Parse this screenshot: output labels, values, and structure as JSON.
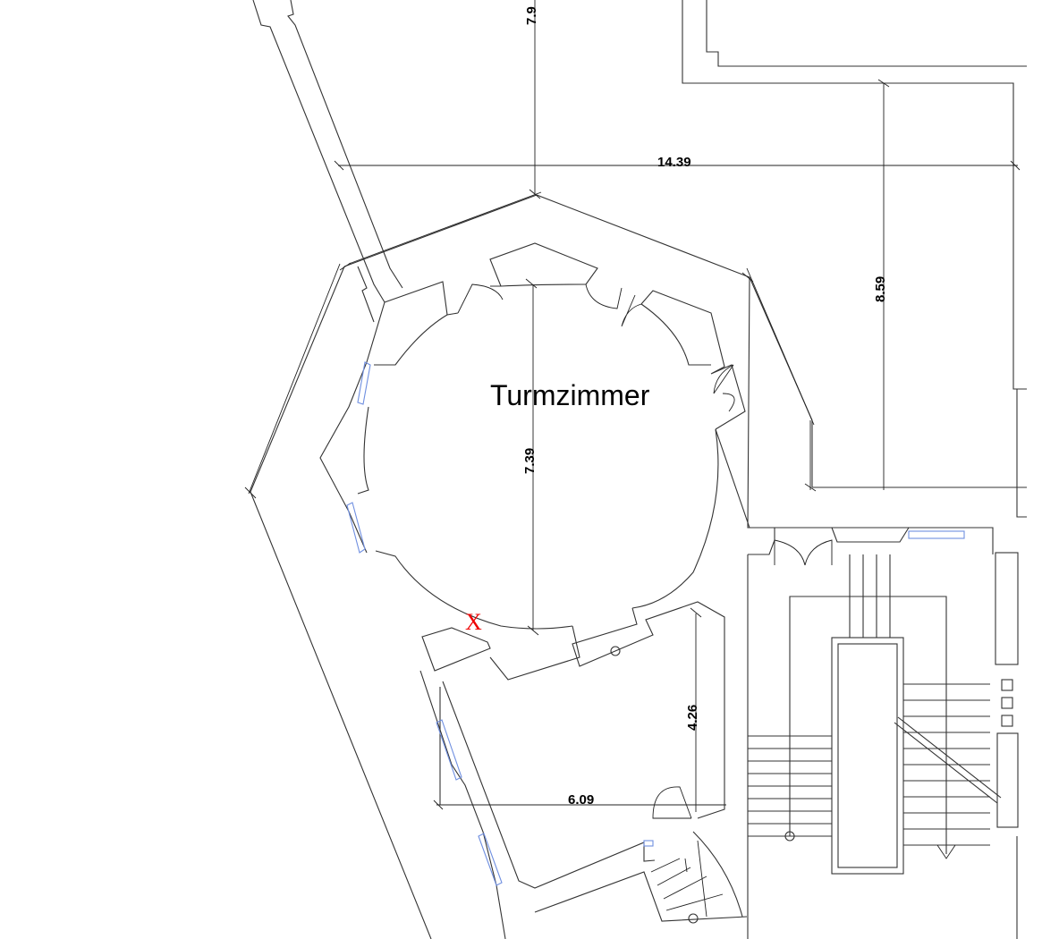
{
  "room": {
    "name": "Turmzimmer"
  },
  "dimensions": {
    "top_vertical": "7.9",
    "overall_width": "14.39",
    "right_height": "8.59",
    "tower_diameter": "7.39",
    "small_room_height": "4.26",
    "small_room_width": "6.09"
  },
  "marker": {
    "label": "X",
    "color": "#e00000"
  },
  "colors": {
    "walls": "#333333",
    "windows": "#6f8fe0"
  }
}
